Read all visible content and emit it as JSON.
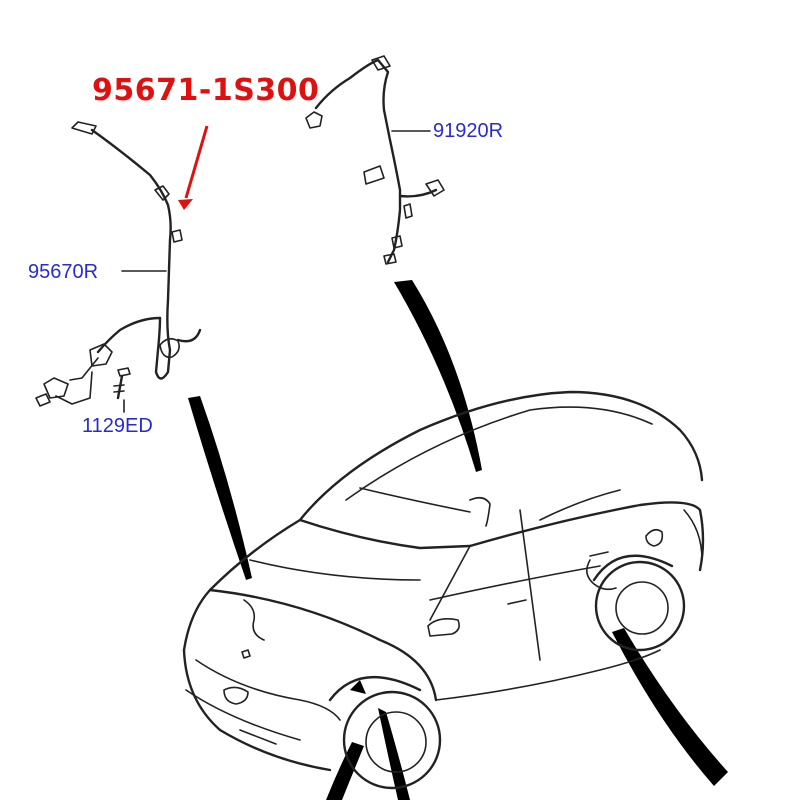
{
  "highlight_part": {
    "number": "95671-1S300",
    "color": "#e01010"
  },
  "callouts": [
    {
      "id": "ref-91920r",
      "text": "91920R"
    },
    {
      "id": "ref-95670r",
      "text": "95670R"
    },
    {
      "id": "ref-1129ed",
      "text": "1129ED"
    }
  ],
  "colors": {
    "callout_text": "#2a2ad0",
    "line": "#222222",
    "background": "#ffffff"
  }
}
